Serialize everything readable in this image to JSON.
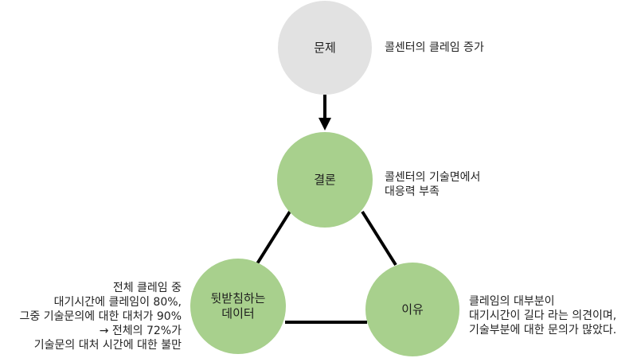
{
  "nodes": {
    "problem": {
      "label": "문제",
      "note": "콜센터의 클레임 증가"
    },
    "conclusion": {
      "label": "결론",
      "note": "콜센터의 기술면에서\n대응력 부족"
    },
    "data": {
      "label": "뒷받침하는\n데이터",
      "note": "전체 클레임 중\n대기시간에 클레임이 80%,\n그중 기술문의에 대한 대처가 90%\n→ 전체의 72%가\n기술문의 대처 시간에 대한 불만"
    },
    "reason": {
      "label": "이유",
      "note": "클레임의 대부분이\n대기시간이 길다 라는 의견이며,\n기술부분에 대한 문의가 많았다."
    }
  },
  "colors": {
    "problem_fill": "#e2e2e2",
    "node_fill": "#a8d08d",
    "line": "#000000"
  }
}
